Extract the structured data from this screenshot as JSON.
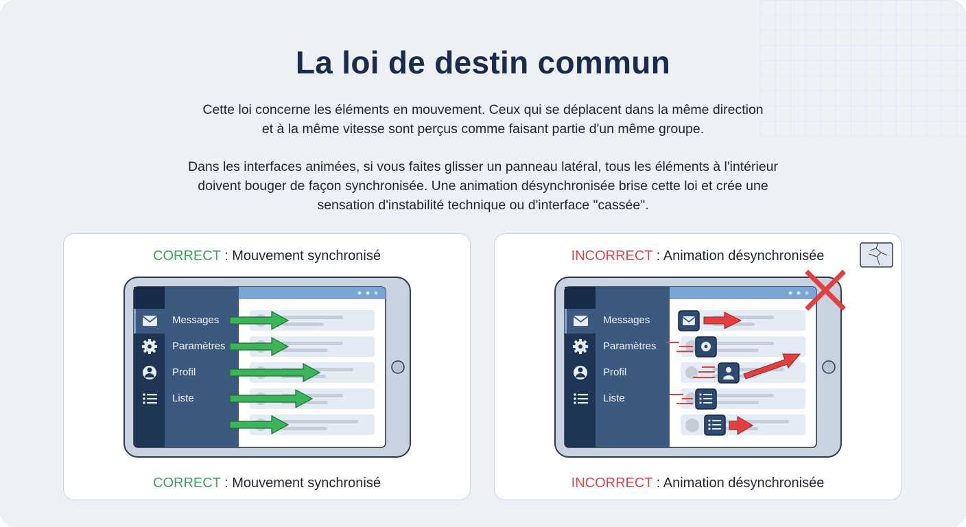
{
  "title": "La loi de destin commun",
  "intro": [
    "Cette loi concerne les éléments en mouvement. Ceux qui se déplacent dans la même direction",
    "et à la même vitesse sont perçus comme faisant partie d'un même groupe."
  ],
  "detail": [
    "Dans les interfaces animées, si vous faites glisser un panneau latéral, tous les éléments à l'intérieur",
    "doivent bouger de façon synchronisée. Une animation désynchronisée brise cette loi et crée une",
    "sensation d'instabilité technique ou d'interface \"cassée\"."
  ],
  "correct": {
    "tag": "CORRECT",
    "sep": " : ",
    "label": "Mouvement synchronisé",
    "color": "#3aa655"
  },
  "incorrect": {
    "tag": "INCORRECT",
    "sep": " : ",
    "label": "Animation désynchronisée",
    "color": "#d9484a"
  },
  "menu": [
    {
      "label": "Messages",
      "icon": "mail-icon"
    },
    {
      "label": "Paramètres",
      "icon": "gear-icon"
    },
    {
      "label": "Profil",
      "icon": "user-icon"
    },
    {
      "label": "Liste",
      "icon": "list-icon"
    }
  ],
  "colors": {
    "rail": "#1f3556",
    "sidebar": "#3c5a80",
    "topbar": "#7ba5d4",
    "green": "#3cb55a",
    "red": "#e0403f"
  }
}
